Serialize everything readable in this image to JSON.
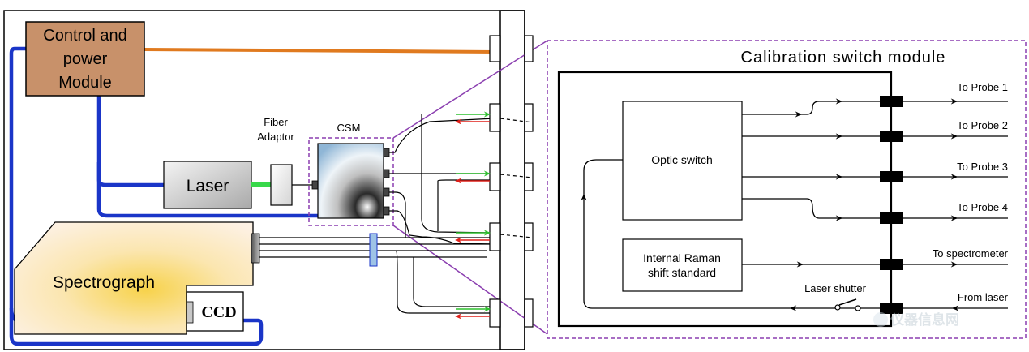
{
  "control_module": {
    "label_line1": "Control and",
    "label_line2": "power",
    "label_line3": "Module"
  },
  "laser": {
    "label": "Laser"
  },
  "fiber_adaptor": {
    "label_line1": "Fiber",
    "label_line2": "Adaptor"
  },
  "csm": {
    "label": "CSM"
  },
  "spectrograph": {
    "label": "Spectrograph"
  },
  "ccd": {
    "label": "CCD"
  },
  "detail": {
    "title": "Calibration switch module",
    "optic_switch": "Optic switch",
    "raman_standard_line1": "Internal Raman",
    "raman_standard_line2": "shift standard",
    "laser_shutter": "Laser shutter",
    "outputs": [
      "To Probe 1",
      "To Probe 2",
      "To Probe 3",
      "To Probe 4",
      "To spectrometer",
      "From laser"
    ]
  },
  "watermark": {
    "text": "仪器信息网"
  },
  "colors": {
    "control_fill": "#c8916a",
    "power_line": "#e07a1f",
    "cable_blue": "#1a35c8",
    "fiber_green": "#38d84a",
    "arrow_green": "#2fc02f",
    "arrow_red": "#e0201a",
    "zoom_purple": "#8b3fb0"
  }
}
